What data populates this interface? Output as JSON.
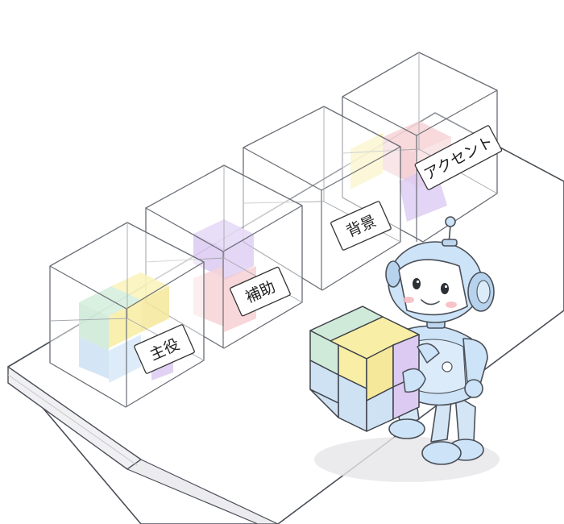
{
  "labels": {
    "box_1": "主役",
    "box_2": "補助",
    "box_3": "背景",
    "box_4": "アクセント"
  },
  "palette": {
    "green": "#cfead8",
    "yellow": "#f8eea6",
    "blue": "#cfe2f4",
    "purple": "#dccaf2",
    "pink": "#f7d3d6",
    "robot_body": "#cde3f7",
    "outline": "#4a4f58"
  }
}
